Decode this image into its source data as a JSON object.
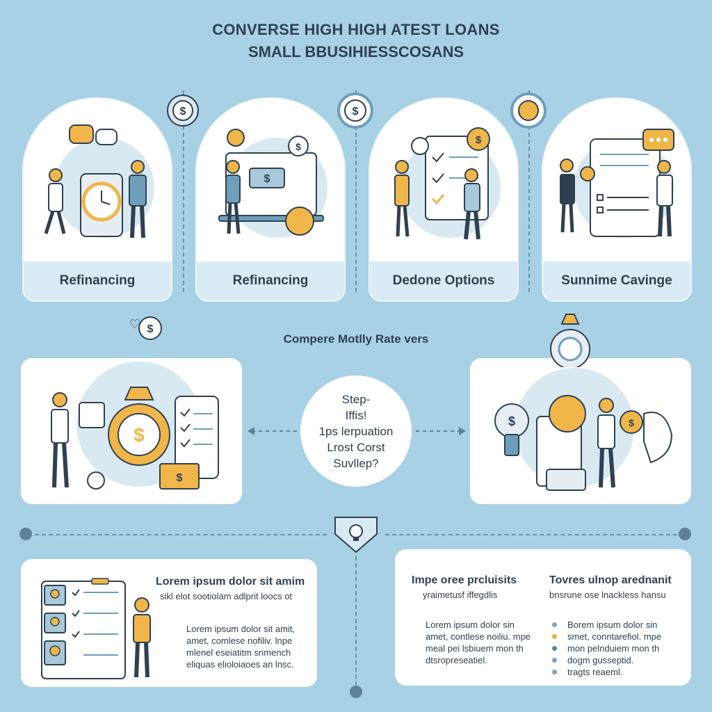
{
  "header": {
    "title": "CONVERSE HIGH HIGH ATEST LOANS",
    "subtitle": "SMALL BBUSIHIESSCOSANS"
  },
  "cards": [
    {
      "label": "Refinancing"
    },
    {
      "label": "Refinancing"
    },
    {
      "label": "Dedone Options"
    },
    {
      "label": "Sunnime Cavinge"
    }
  ],
  "middle": {
    "title": "Compere Motlly Rate vers",
    "circle_lines": [
      "Step-",
      "Iffis!",
      "1ps lerpuation",
      "Lrost Corst",
      "Suvllep?"
    ]
  },
  "bottom_left": {
    "heading": "Lorem ipsum dolor sit amim",
    "subheading": "sikl elot sootiolam adlprit loocs ot",
    "body": [
      "Lorem ipsum dolor sit amit,",
      "amet, comlese nofiliv. lnpe",
      "mlenel eseiatitm snmench",
      "eliquas elioloiaoes an lnsc."
    ]
  },
  "bottom_right_a": {
    "heading": "Impe oree prcluisits",
    "subheading": "yraimetusf iffegdlis",
    "body": [
      "Lorem ipsum dolor sin",
      "amet, contlese noiliu. mpe",
      "meal pei lsbiuem mon th",
      "dtsropreseatiel."
    ]
  },
  "bottom_right_b": {
    "heading": "Tovres ulnop arednanit",
    "subheading": "bnsrune ose lnackless hansu",
    "bullets": [
      "Borem ipsum dolor sin",
      "smet, conntarefiol. mpe",
      "mon pelnduiem mon th",
      "dogm gusseptid.",
      "tragts reaeml."
    ],
    "bullet_colors": [
      "#7fa5ba",
      "#e8b14a",
      "#5d8197",
      "#7fa5ba",
      "#7fa5ba"
    ]
  },
  "colors": {
    "background": "#a9d1e6",
    "accent_gold": "#f0b64a",
    "accent_blue": "#6d9fba",
    "ink": "#2f4050"
  }
}
